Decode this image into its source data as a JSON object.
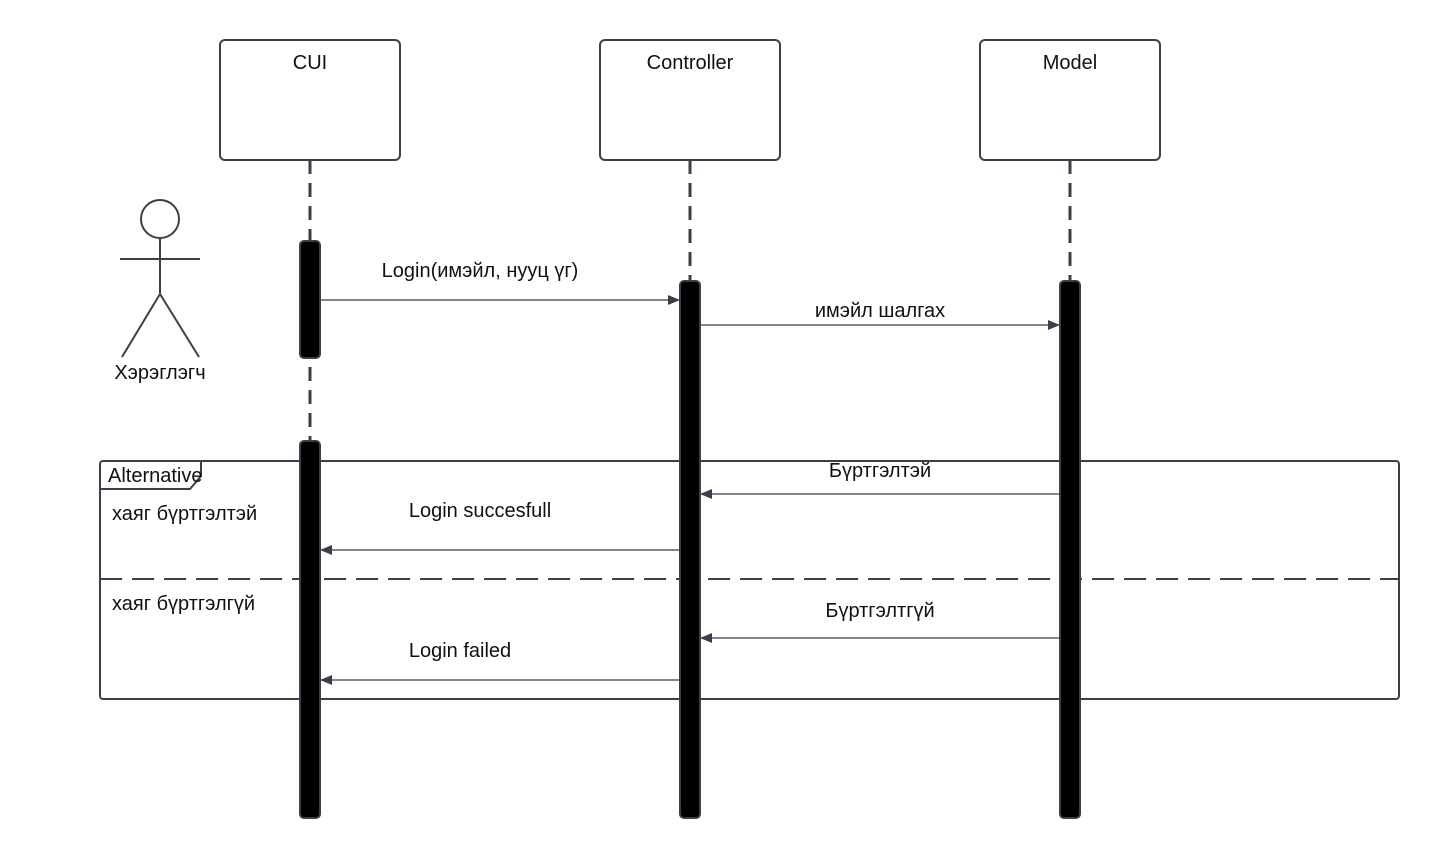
{
  "participants": [
    {
      "id": "cui",
      "label": "CUI"
    },
    {
      "id": "controller",
      "label": "Controller"
    },
    {
      "id": "model",
      "label": "Model"
    }
  ],
  "actor": {
    "label": "Хэрэглэгч"
  },
  "messages": [
    {
      "id": "login-request",
      "label": "Login(имэйл, нууц үг)"
    },
    {
      "id": "check-email",
      "label": "имэйл шалгах"
    },
    {
      "id": "registered-reply",
      "label": "Бүртгэлтэй"
    },
    {
      "id": "login-success",
      "label": "Login succesfull"
    },
    {
      "id": "unregistered-reply",
      "label": "Бүртгэлтгүй"
    },
    {
      "id": "login-failed",
      "label": "Login failed"
    }
  ],
  "alt_frame": {
    "title": "Alternative",
    "guards": [
      "хаяг бүртгэлтэй",
      "хаяг бүртгэлгүй"
    ]
  },
  "colors": {
    "line": "#3a3f4a",
    "activation": "#000000",
    "text": "#111111"
  }
}
